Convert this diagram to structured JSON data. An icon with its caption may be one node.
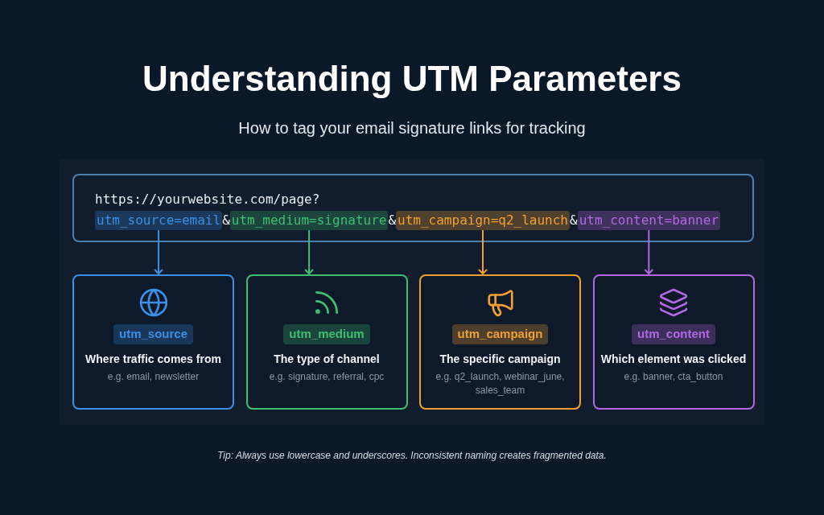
{
  "diagram": {
    "title": "Understanding UTM Parameters",
    "caption": "How to tag your email signature links for tracking",
    "nodes": [
      {
        "text": [
          "https://yourwebsite.com/page?"
        ]
      },
      {
        "text": [
          "utm_source=email"
        ],
        "in": 0
      },
      {
        "text": [
          "utm_medium=signature"
        ],
        "in": 0
      },
      {
        "text": [
          "utm_campaign=q2_launch"
        ],
        "in": 0
      },
      {
        "text": [
          "utm_content=banner"
        ],
        "in": 0
      },
      {
        "text": [
          "utm_source",
          "Where traffic comes from",
          "e.g. email, newsletter"
        ]
      },
      {
        "text": [
          "utm_medium",
          "The type of channel",
          "e.g. signature, referral, cpc"
        ]
      },
      {
        "text": [
          "utm_campaign",
          "The specific campaign",
          "e.g. q2_launch, webinar_june, sales_team"
        ]
      },
      {
        "text": [
          "utm_content",
          "Which element was clicked",
          "e.g. banner, cta_button"
        ]
      }
    ],
    "edges": [
      {
        "from": 1,
        "to": 5,
        "arrow": "to",
        "color": "#3b8fe6"
      },
      {
        "from": 2,
        "to": 6,
        "arrow": "to",
        "color": "#3fbf70"
      },
      {
        "from": 3,
        "to": 7,
        "arrow": "to",
        "color": "#f0a032"
      },
      {
        "from": 4,
        "to": 8,
        "arrow": "to",
        "color": "#b268e0"
      }
    ],
    "labels": [
      "&",
      "&",
      "&",
      "Tip: Always use lowercase and underscores. Inconsistent naming creates fragmented data."
    ]
  }
}
